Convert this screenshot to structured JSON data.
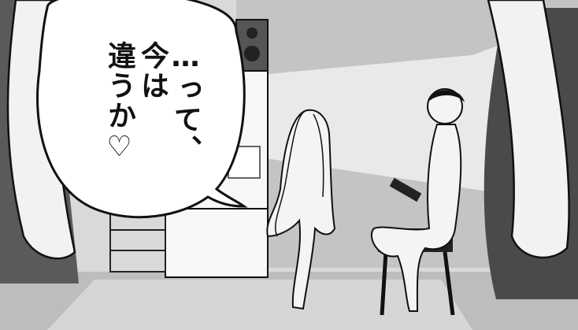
{
  "speech_bubble": {
    "lines": [
      "…って、",
      "今は",
      "違うか♡"
    ]
  }
}
